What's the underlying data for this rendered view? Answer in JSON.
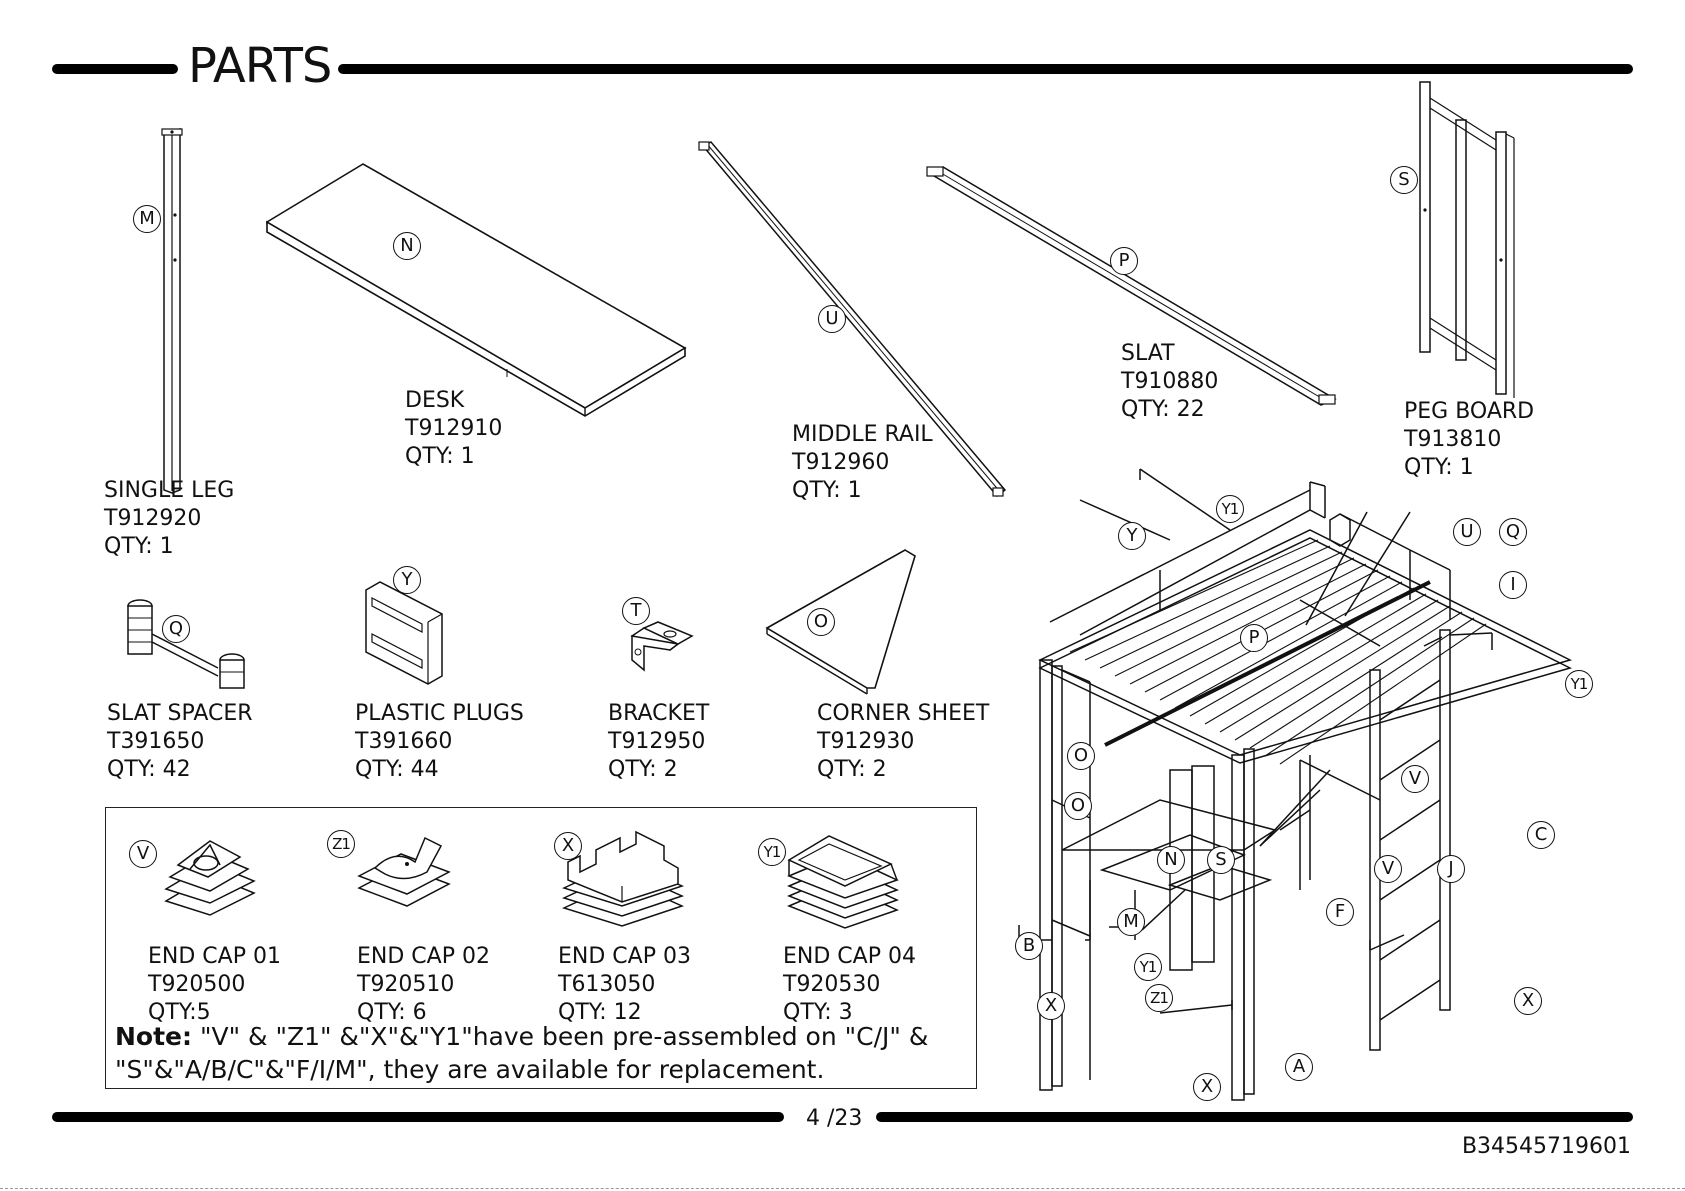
{
  "page": {
    "title": "PARTS",
    "page_number": "4 /23",
    "doc_id": "B34545719601"
  },
  "parts": {
    "single_leg": {
      "name": "SINGLE LEG",
      "code": "T912920",
      "qty": "QTY: 1",
      "callout": "M"
    },
    "desk": {
      "name": "DESK",
      "code": "T912910",
      "qty": "QTY: 1",
      "callout": "N"
    },
    "middle_rail": {
      "name": "MIDDLE RAIL",
      "code": "T912960",
      "qty": "QTY: 1",
      "callout": "U"
    },
    "slat": {
      "name": "SLAT",
      "code": "T910880",
      "qty": "QTY: 22",
      "callout": "P"
    },
    "peg_board": {
      "name": "PEG BOARD",
      "code": "T913810",
      "qty": "QTY: 1",
      "callout": "S"
    },
    "slat_spacer": {
      "name": "SLAT SPACER",
      "code": "T391650",
      "qty": "QTY: 42",
      "callout": "Q"
    },
    "plastic_plugs": {
      "name": "PLASTIC PLUGS",
      "code": "T391660",
      "qty": "QTY: 44",
      "callout": "Y"
    },
    "bracket": {
      "name": "BRACKET",
      "code": "T912950",
      "qty": "QTY: 2",
      "callout": "T"
    },
    "corner_sheet": {
      "name": "CORNER SHEET",
      "code": "T912930",
      "qty": "QTY: 2",
      "callout": "O"
    }
  },
  "end_caps": [
    {
      "name": "END CAP 01",
      "code": "T920500",
      "qty": "QTY:5",
      "callout": "V"
    },
    {
      "name": "END CAP 02",
      "code": "T920510",
      "qty": "QTY: 6",
      "callout": "Z1"
    },
    {
      "name": "END CAP 03",
      "code": "T613050",
      "qty": "QTY: 12",
      "callout": "X"
    },
    {
      "name": "END CAP 04",
      "code": "T920530",
      "qty": "QTY: 3",
      "callout": "Y1"
    }
  ],
  "note": {
    "label": "Note:",
    "line1": " \"V\" & \"Z1\" &\"X\"&\"Y1\"have been pre-assembled on \"C/J\" &",
    "line2": "\"S\"&\"A/B/C\"&\"F/I/M\", they are available for replacement."
  },
  "assembly_callouts": {
    "y1_top": "Y1",
    "y": "Y",
    "u": "U",
    "q": "Q",
    "i": "I",
    "p": "P",
    "y1_right": "Y1",
    "o1": "O",
    "o2": "O",
    "v1": "V",
    "c": "C",
    "n": "N",
    "s": "S",
    "v2": "V",
    "j": "J",
    "f": "F",
    "b": "B",
    "m": "M",
    "y1_bottom": "Y1",
    "x_left": "X",
    "z1": "Z1",
    "x_right": "X",
    "a": "A",
    "x_bottom": "X"
  }
}
